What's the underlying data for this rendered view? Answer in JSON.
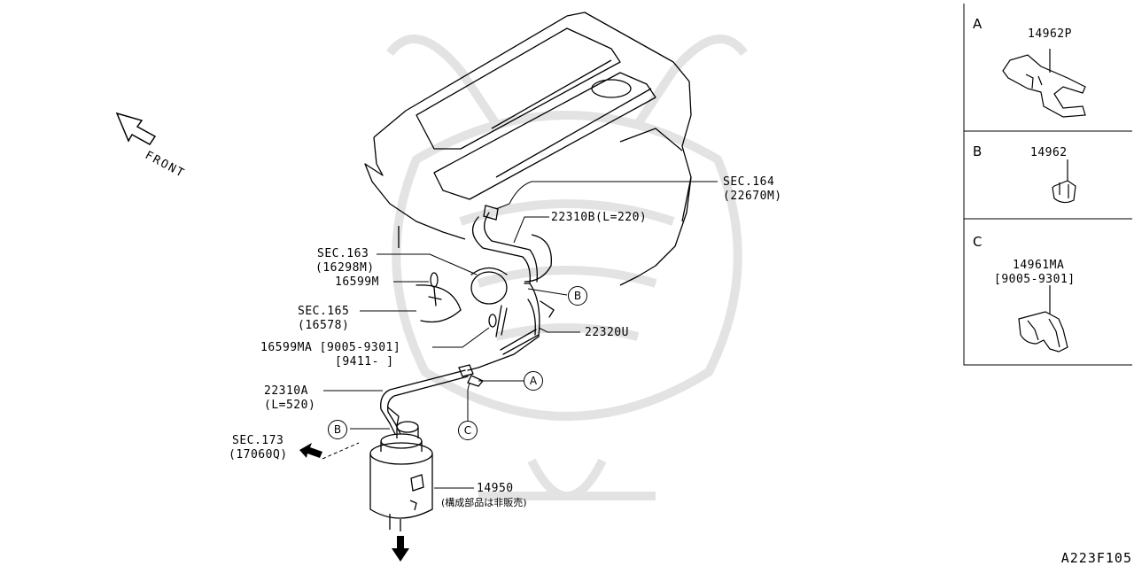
{
  "diagram": {
    "front_label": "FRONT",
    "drawing_code": "A223F105",
    "callouts": {
      "sec164": "SEC.164",
      "sec164_sub": "(22670M)",
      "p22310b": "22310B(L=220)",
      "sec163": "SEC.163",
      "sec163_sub": "(16298M)",
      "p16599m": "16599M",
      "sec165": "SEC.165",
      "sec165_sub": "(16578)",
      "p16599ma": "16599MA [9005-9301]",
      "p16599ma_2": "[9411-     ]",
      "p22320u": "22320U",
      "p22310a": "22310A",
      "p22310a_sub": "(L=520)",
      "sec173": "SEC.173",
      "sec173_sub": "(17060Q)",
      "p14950": "14950",
      "p14950_note": "(構成部品は非販売)"
    },
    "markers": {
      "b_upper": "B",
      "a": "A",
      "c": "C",
      "b_lower": "B"
    },
    "panels": [
      {
        "letter": "A",
        "part": "14962P",
        "note": ""
      },
      {
        "letter": "B",
        "part": "14962",
        "note": ""
      },
      {
        "letter": "C",
        "part": "14961MA",
        "note": "[9005-9301]"
      }
    ]
  }
}
